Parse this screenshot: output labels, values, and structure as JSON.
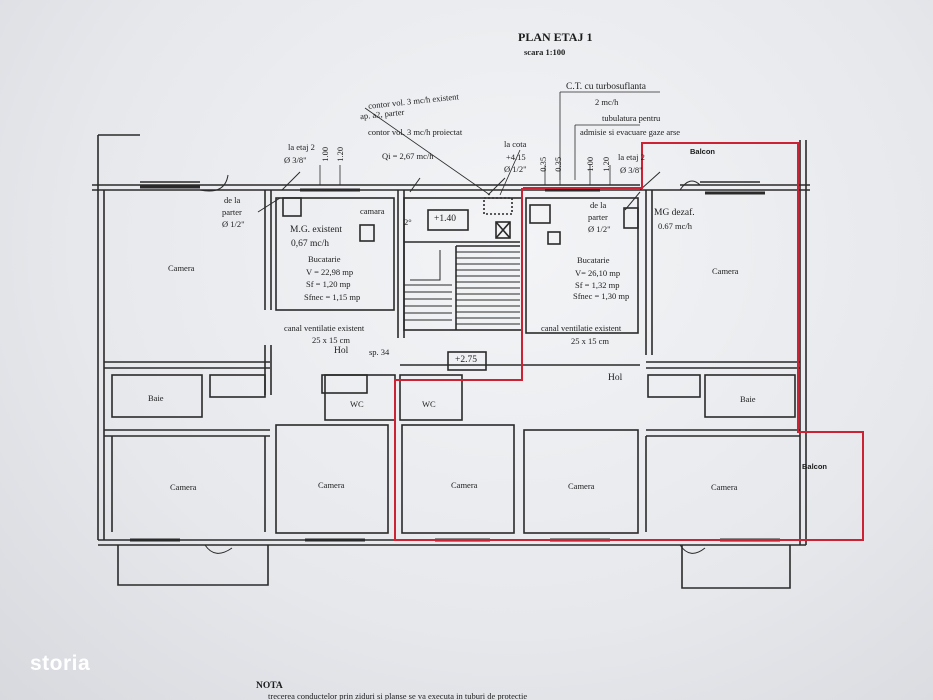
{
  "plan": {
    "title": "PLAN ETAJ 1",
    "scale": "scara 1:100",
    "ct_label": "C.T. cu turbosuflanta",
    "ct_value": "2 mc/h",
    "tube1": "tubulatura pentru",
    "tube2": "admisie si evacuare gaze arse",
    "contor_existent": "contor vol. 3 mc/h existent",
    "contor_existent_sub": "ap. a2, parter",
    "contor_proiectat": "contor vol. 3 mc/h proiectat",
    "qi": "Qi = 2,67 mc/h",
    "la_cota": "la cota",
    "cota_val": "+4.15",
    "pipe_half": "Ø 1/2\"",
    "la_etaj2": "la etaj 2",
    "pipe_38": "Ø 3/8\"",
    "de_la": "de la",
    "parter": "parter",
    "dim_035": "0.35",
    "dim_100": "1.00",
    "dim_120": "1.20",
    "camara": "camara",
    "mg_existent": "M.G. existent",
    "mg_flow": "0,67 mc/h",
    "mg_dezaf": "MG dezaf.",
    "mg_dezaf_flow": "0.67 mc/h",
    "bucatarie": "Bucatarie",
    "left_v": "V = 22,98 mp",
    "left_sf": "Sf = 1,20 mp",
    "left_sfnec": "Sfnec = 1,15 mp",
    "right_v": "V= 26,10 mp",
    "right_sf": "Sf = 1,32 mp",
    "right_sfnec": "Sfnec = 1,30 mp",
    "canal": "canal ventilatie existent",
    "canal_dim": "25 x 15 cm",
    "hol": "Hol",
    "sp": "sp. 34",
    "level_140": "+1.40",
    "level_275": "+2.75",
    "angle2": "2°",
    "camera": "Camera",
    "baie": "Baie",
    "wc": "WC",
    "balcon": "Balcon",
    "nota": "NOTA",
    "nota_text": "trecerea conductelor prin ziduri si planse se va executa in tuburi de protectie"
  },
  "logo": {
    "text": "storia"
  },
  "colors": {
    "highlight": "#cc2233",
    "ink": "#262626",
    "paper": "#eef0f3"
  }
}
